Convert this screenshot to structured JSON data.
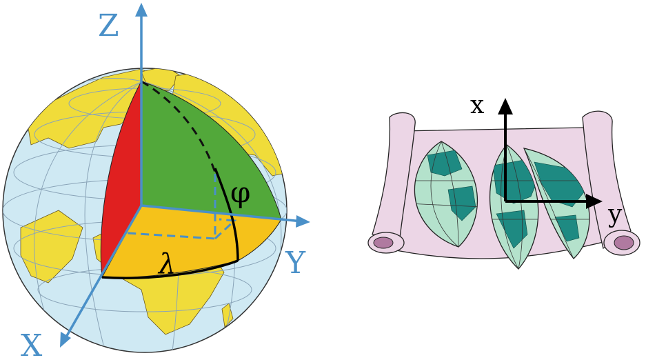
{
  "globe_figure": {
    "axis_z_label": "Z",
    "axis_x_label": "X",
    "axis_y_label": "Y",
    "latitude_symbol": "φ",
    "longitude_symbol": "λ",
    "colors": {
      "ocean": "#cfe9f3",
      "land": "#f0dc3a",
      "graticule": "#8aa4b8",
      "axis": "#4a90c8",
      "meridian_plane": "#e02020",
      "octant_wedge": "#52a83a",
      "equator_plane": "#f5c21a"
    }
  },
  "map_figure": {
    "axis_x_label": "x",
    "axis_y_label": "y",
    "colors": {
      "paper": "#ecd6e6",
      "scroll_inner": "#b07aa0",
      "map_ocean": "#b4e2cc",
      "map_land": "#1e8a82"
    }
  }
}
